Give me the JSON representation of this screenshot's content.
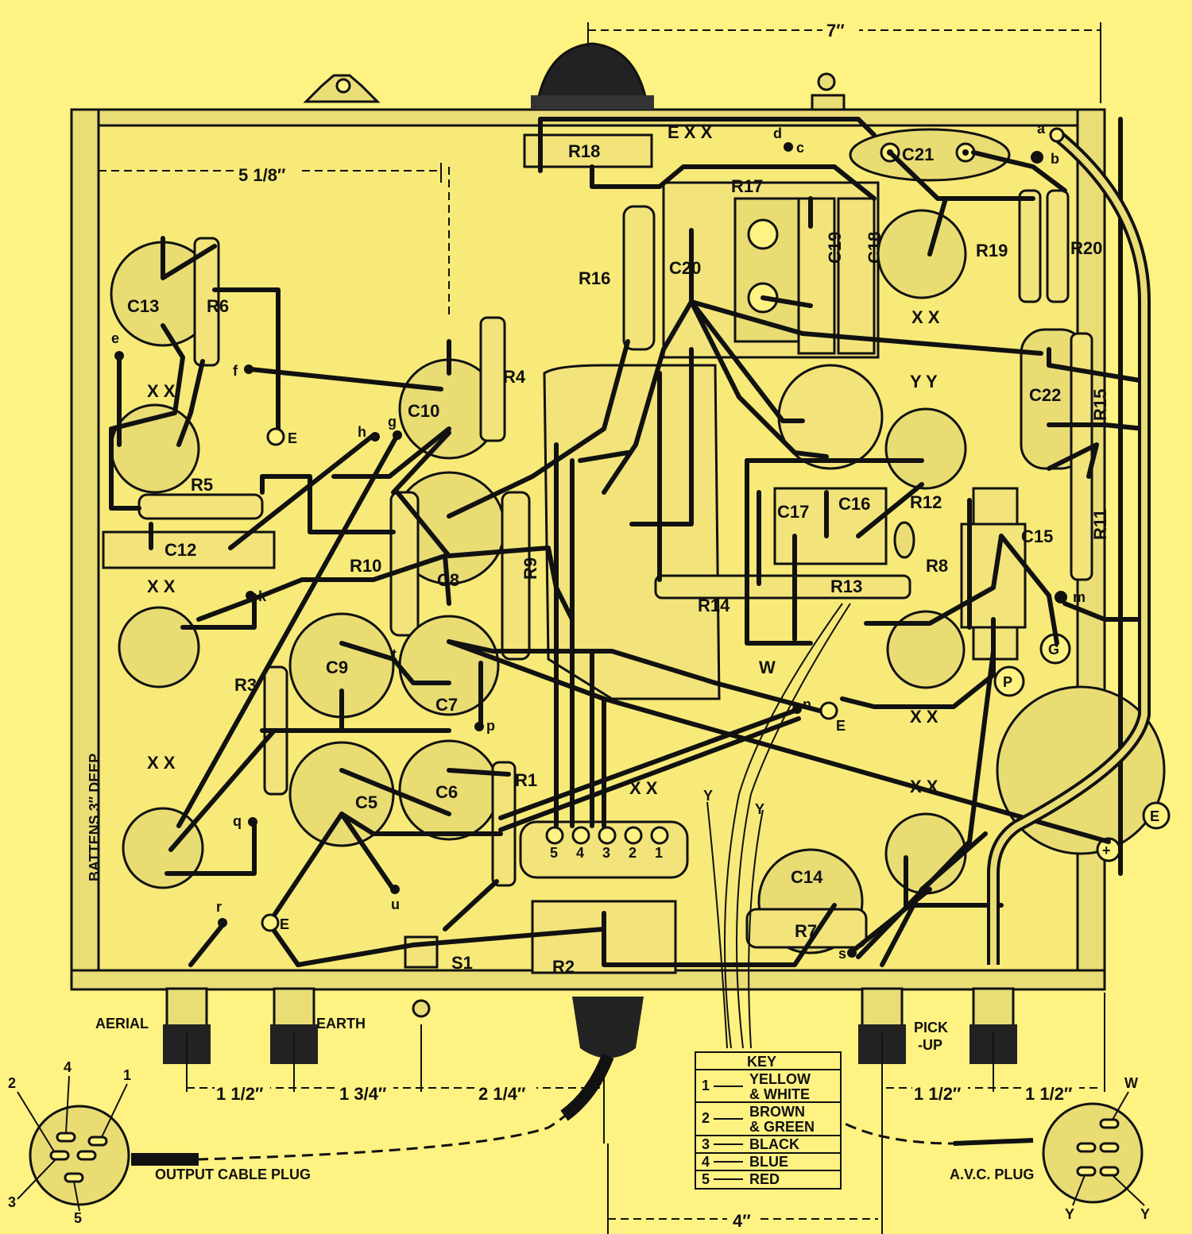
{
  "dimensions": {
    "top_width": "7″",
    "inner_width": "5 1/8″",
    "depth": "BATTENS 3″ DEEP",
    "aerial_earth_spacing": "1 1/2″",
    "earth_switch_spacing": "1 3/4″",
    "switch_output_spacing": "2 1/4″",
    "pickup_spacing_1": "1 1/2″",
    "pickup_spacing_2": "1 1/2″",
    "bottom_width": "4″"
  },
  "components": {
    "capacitors": [
      "C5",
      "C6",
      "C7",
      "C8",
      "C9",
      "C10",
      "C12",
      "C13",
      "C14",
      "C15",
      "C16",
      "C17",
      "C18",
      "C19",
      "C20",
      "C20",
      "C21",
      "C22"
    ],
    "resistors": [
      "R1",
      "R2",
      "R3",
      "R4",
      "R5",
      "R6",
      "R7",
      "R8",
      "R9",
      "R10",
      "R11",
      "R12",
      "R13",
      "R14",
      "R15",
      "R16",
      "R17",
      "R18",
      "R19",
      "R20"
    ],
    "switch": "S1"
  },
  "terminal_points": [
    "a",
    "b",
    "c",
    "d",
    "e",
    "f",
    "g",
    "h",
    "k",
    "m",
    "n",
    "p",
    "q",
    "r",
    "s",
    "t",
    "u",
    "E",
    "G",
    "P"
  ],
  "valve_pin_marks": {
    "xx": "X X",
    "yy": "Y Y"
  },
  "connectors": {
    "aerial": "AERIAL",
    "earth": "EARTH",
    "pickup": "PICK -UP",
    "output_plug": "OUTPUT CABLE PLUG",
    "avc_plug": "A.V.C. PLUG"
  },
  "output_plug_pins": [
    "1",
    "2",
    "3",
    "4",
    "5"
  ],
  "avc_plug_pins": [
    "W",
    "Y",
    "Y"
  ],
  "terminal_strip_numbers": [
    "5",
    "4",
    "3",
    "2",
    "1"
  ],
  "wire_labels": [
    "W",
    "Y",
    "Y",
    "X X",
    "E X X"
  ],
  "key": {
    "title": "KEY",
    "rows": [
      {
        "num": "1",
        "text": "YELLOW & WHITE"
      },
      {
        "num": "2",
        "text": "BROWN & GREEN"
      },
      {
        "num": "3",
        "text": "BLACK"
      },
      {
        "num": "4",
        "text": "BLUE"
      },
      {
        "num": "5",
        "text": "RED"
      }
    ]
  },
  "colors": {
    "background": "#FEF282",
    "ink": "#111111"
  }
}
